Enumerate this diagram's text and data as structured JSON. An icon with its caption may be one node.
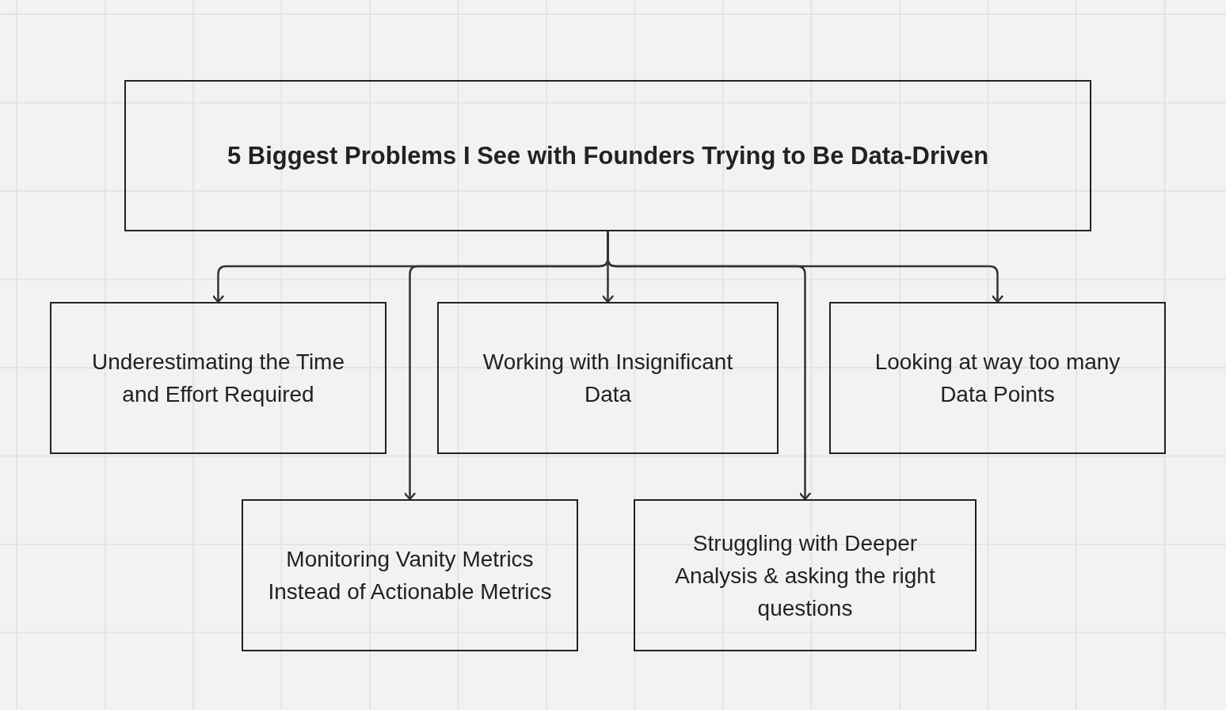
{
  "diagram": {
    "nodes": [
      {
        "text": [
          "5 Biggest Problems I See with Founders Trying to Be Data-Driven"
        ]
      },
      {
        "text": [
          "Underestimating the Time and Effort Required"
        ]
      },
      {
        "text": [
          "Working with Insignificant Data"
        ]
      },
      {
        "text": [
          "Looking at way too many Data Points"
        ]
      },
      {
        "text": [
          "Monitoring Vanity Metrics Instead of Actionable Metrics"
        ]
      },
      {
        "text": [
          "Struggling with Deeper Analysis & asking the right questions"
        ]
      }
    ],
    "edges": [
      {
        "from": 0,
        "to": 1,
        "arrow": "to"
      },
      {
        "from": 0,
        "to": 2,
        "arrow": "to"
      },
      {
        "from": 0,
        "to": 3,
        "arrow": "to"
      },
      {
        "from": 0,
        "to": 4,
        "arrow": "to"
      },
      {
        "from": 0,
        "to": 5,
        "arrow": "to"
      }
    ]
  }
}
